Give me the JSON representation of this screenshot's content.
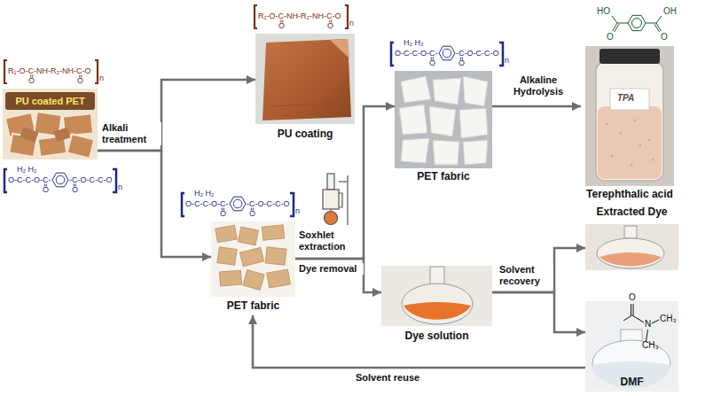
{
  "diagram": {
    "nodes": [
      {
        "text": [
          "PU coated PET"
        ]
      },
      {
        "text": [
          "PU coating"
        ]
      },
      {
        "text": [
          "PET fabric"
        ]
      },
      {
        "text": [
          "PET fabric"
        ]
      },
      {
        "text": [
          "Terephthalic acid"
        ]
      },
      {
        "text": [
          "Dye solution"
        ]
      },
      {
        "text": [
          "Extracted Dye"
        ]
      },
      {
        "text": [
          "DMF"
        ]
      }
    ],
    "edges": [
      {
        "from": 0,
        "to": 1,
        "arrow": "to"
      },
      {
        "from": 0,
        "to": 2,
        "label": "Alkali treatment",
        "arrow": "to"
      },
      {
        "from": 2,
        "to": 3,
        "label": "Soxhlet extraction",
        "arrow": "to"
      },
      {
        "from": 2,
        "to": 5,
        "label": "Dye removal",
        "arrow": "to"
      },
      {
        "from": 3,
        "to": 4,
        "label": "Alkaline Hydrolysis",
        "arrow": "to"
      },
      {
        "from": 5,
        "to": 6,
        "label": "Solvent recovery",
        "arrow": "to"
      },
      {
        "from": 5,
        "to": 7,
        "arrow": "to"
      },
      {
        "from": 7,
        "to": 2,
        "label": "Solvent reuse",
        "arrow": "to"
      }
    ],
    "labels": [
      "R₁-O-C-NH-R₂-NH-C-O",
      "O",
      "O",
      "n",
      "H₂ H₂",
      "O-C-C-O-C-",
      "-C-O-C-C-O",
      "O",
      "O",
      "n",
      "R₁-O-C-NH-R₂-NH-C-O",
      "O",
      "O",
      "n",
      "H₂ H₂",
      "O-C-C-O-C-",
      "-C-O-C-C-O",
      "O",
      "O",
      "n",
      "H₂ H₂",
      "O-C-C-O-C-",
      "-C-O-C-C-O",
      "O",
      "O",
      "n",
      "HO",
      "O",
      "OH",
      "O",
      "TPA",
      "O",
      "N",
      "CH₃",
      "CH₃"
    ]
  }
}
